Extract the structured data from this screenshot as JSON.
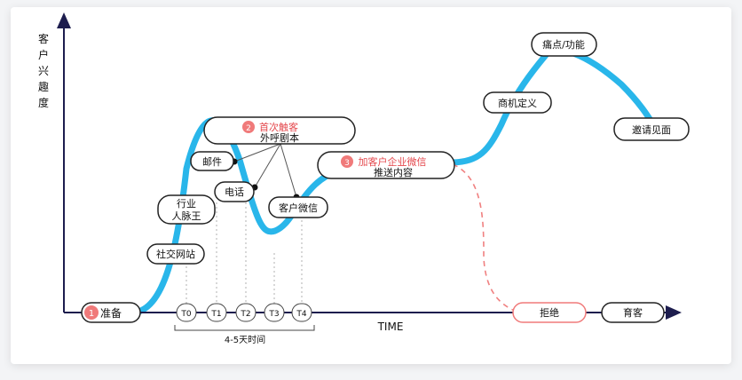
{
  "axis": {
    "y_label": [
      "客",
      "户",
      "兴",
      "趣",
      "度"
    ],
    "x_label": "TIME",
    "ticks": [
      "T0",
      "T1",
      "T2",
      "T3",
      "T4"
    ],
    "bracket_label": "4-5天时间"
  },
  "steps": {
    "s1": {
      "num": "1",
      "label": "准备"
    },
    "s2": {
      "num": "2",
      "label": "首次触客",
      "sub": "外呼剧本"
    },
    "s3": {
      "num": "3",
      "label": "加客户企业微信",
      "sub": "推送内容"
    }
  },
  "nodes": {
    "social": "社交网站",
    "industry_1": "行业",
    "industry_2": "人脉王",
    "mail": "邮件",
    "phone": "电话",
    "wechat": "客户微信",
    "biz": "商机定义",
    "pain": "痛点/功能",
    "invite": "邀请见面",
    "reject": "拒绝",
    "nurture": "育客"
  },
  "colors": {
    "curve": "#29b6ea",
    "axis": "#1d1d4e",
    "accent": "#f07a7a",
    "dashed": "#f08080"
  }
}
